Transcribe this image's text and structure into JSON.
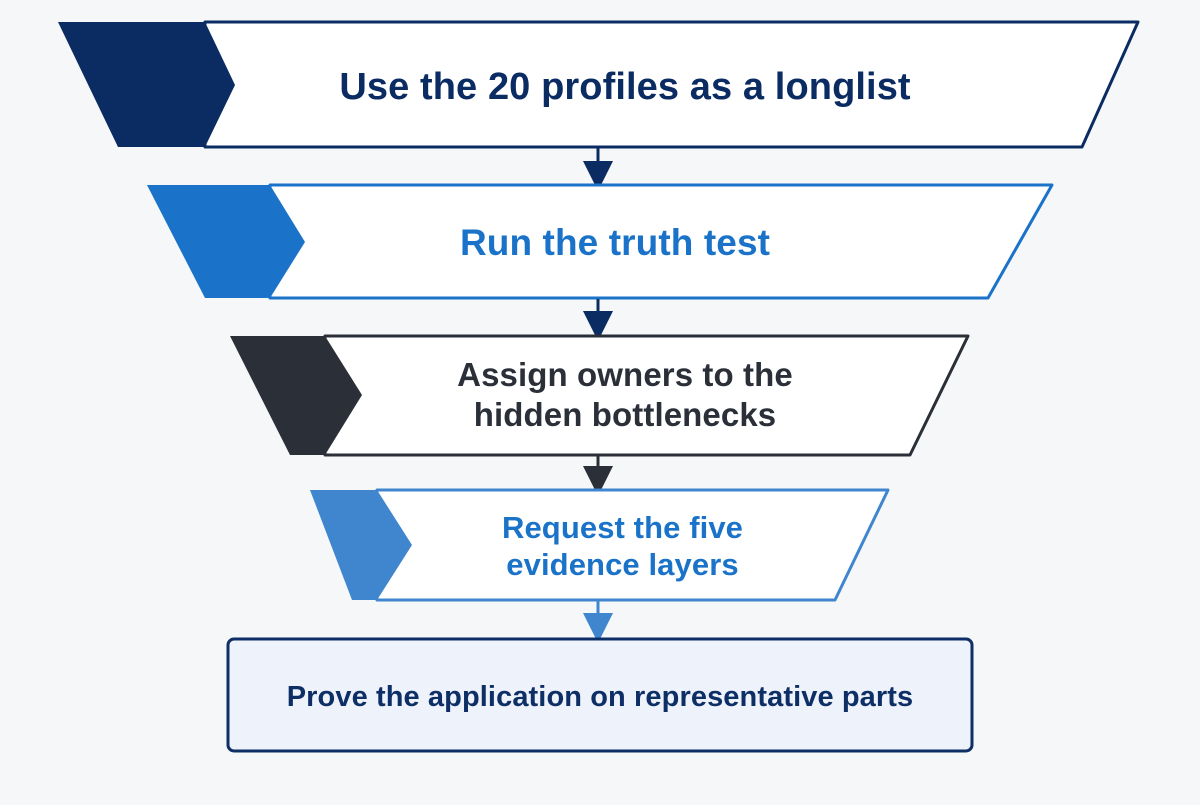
{
  "colors": {
    "navy": "#0b2c63",
    "blue": "#1a73c8",
    "charcoal": "#2a2f38",
    "light_blue": "#3f86cf",
    "step5_border": "#0e2f66",
    "step5_fill": "#eef3fb",
    "background": "#f6f7f9"
  },
  "steps": [
    {
      "text": "Use the 20 profiles as a longlist",
      "color": "#0b2c63"
    },
    {
      "text": "Run the truth test",
      "color": "#1a73c8"
    },
    {
      "lines": [
        "Assign owners to the",
        "hidden bottlenecks"
      ],
      "color": "#2a2f38"
    },
    {
      "lines": [
        "Request the five",
        "evidence layers"
      ],
      "color": "#1a73c8"
    },
    {
      "text": "Prove the application on representative parts",
      "color": "#0e2f66"
    }
  ]
}
